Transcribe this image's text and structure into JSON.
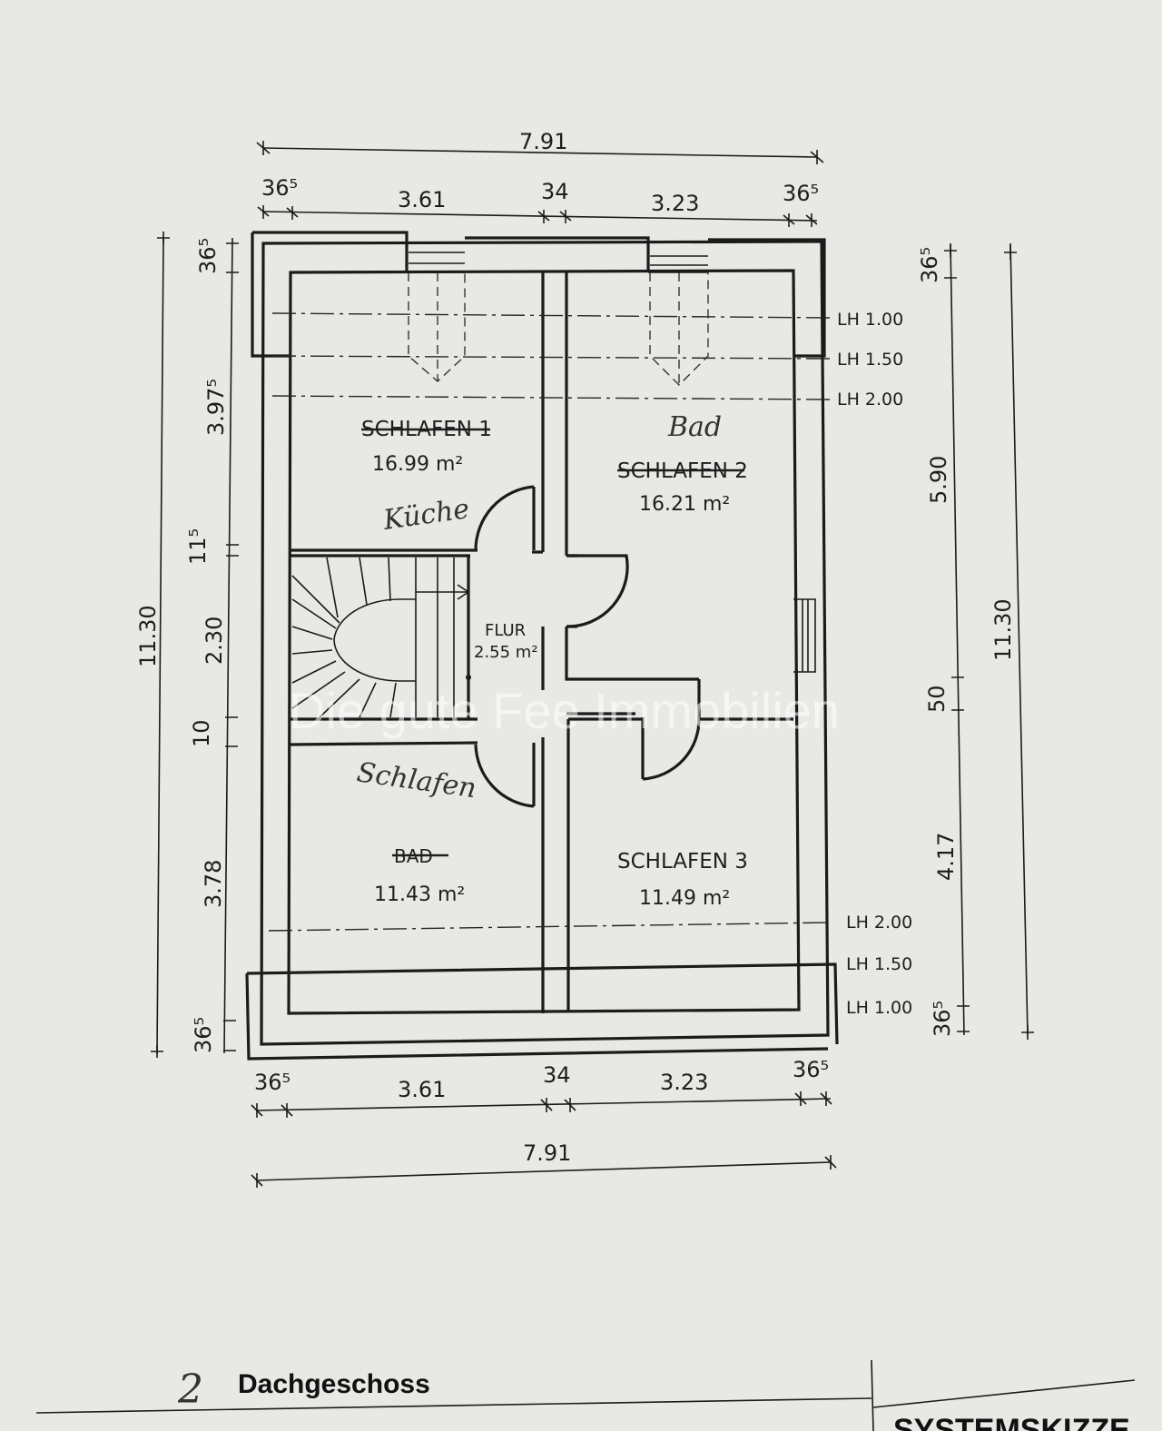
{
  "plan": {
    "title": "Dachgeschoss",
    "plan_number": "2",
    "stamp_text": "SYSTEMSKIZZE",
    "watermark": "Die gute Fee Immobilien"
  },
  "rooms": {
    "schlafen1": {
      "label": "SCHLAFEN 1",
      "area": "16.99 m²",
      "struck_out": true,
      "handwritten": "Küche"
    },
    "schlafen2": {
      "label": "SCHLAFEN 2",
      "area": "16.21 m²",
      "struck_out": true,
      "handwritten": "Bad"
    },
    "flur": {
      "label": "FLUR",
      "area": "2.55 m²"
    },
    "bad": {
      "label": "BAD",
      "area": "11.43 m²",
      "struck_out": true,
      "handwritten": "Schlafen"
    },
    "schlafen3": {
      "label": "SCHLAFEN 3",
      "area": "11.49 m²"
    }
  },
  "dimensions": {
    "top": {
      "total": "7.91",
      "segments": [
        "36⁵",
        "3.61",
        "34",
        "3.23",
        "36⁵"
      ]
    },
    "bottom": {
      "total": "7.91",
      "segments": [
        "36⁵",
        "3.61",
        "34",
        "3.23",
        "36⁵"
      ]
    },
    "left": {
      "total": "11.30",
      "segments": [
        "36⁵",
        "3.97⁵",
        "11⁵",
        "2.30",
        "10",
        "3.78",
        "36⁵"
      ]
    },
    "right": {
      "total": "11.30",
      "segments": [
        "36⁵",
        "5.90",
        "50",
        "4.17",
        "36⁵"
      ]
    }
  },
  "ceiling_heights": {
    "top": [
      "LH 1.00",
      "LH 1.50",
      "LH 2.00"
    ],
    "bottom": [
      "LH 2.00",
      "LH 1.50",
      "LH 1.00"
    ]
  }
}
